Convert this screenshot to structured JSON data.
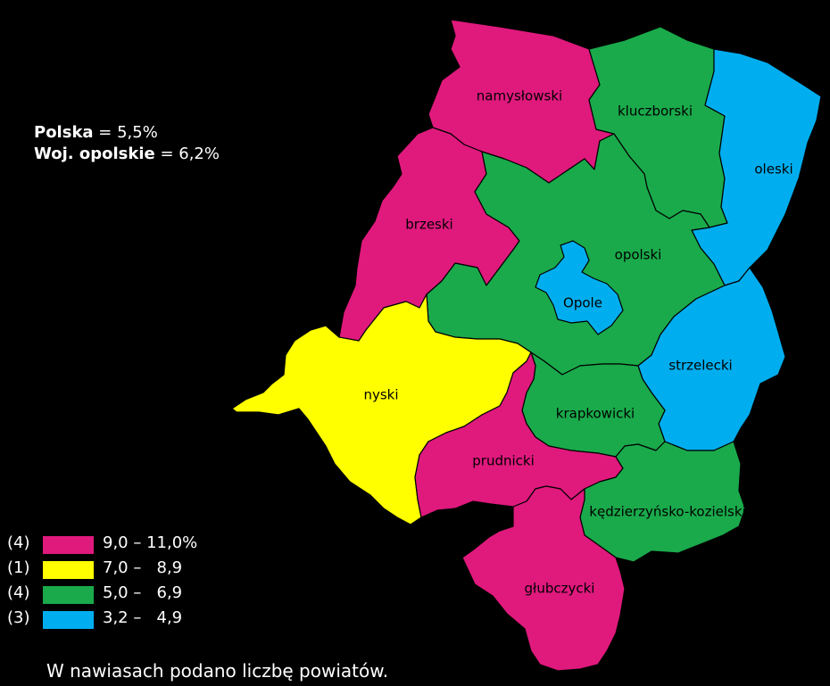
{
  "stats": [
    {
      "name": "Polska",
      "value": "= 5,5%"
    },
    {
      "name": "Woj. opolskie",
      "value": "= 6,2%"
    }
  ],
  "regions": [
    {
      "id": "namyslowski",
      "name": "namysłowski",
      "class": 1
    },
    {
      "id": "kluczborski",
      "name": "kluczborski",
      "class": 3
    },
    {
      "id": "oleski",
      "name": "oleski",
      "class": 4
    },
    {
      "id": "brzeski",
      "name": "brzeski",
      "class": 1
    },
    {
      "id": "opolski",
      "name": "opolski",
      "class": 3
    },
    {
      "id": "opole",
      "name": "Opole",
      "class": 4
    },
    {
      "id": "strzelecki",
      "name": "strzelecki",
      "class": 4
    },
    {
      "id": "nyski",
      "name": "nyski",
      "class": 2
    },
    {
      "id": "krapkowicki",
      "name": "krapkowicki",
      "class": 3
    },
    {
      "id": "prudnicki",
      "name": "prudnicki",
      "class": 1
    },
    {
      "id": "kedzierzynsko",
      "name": "kędzierzyńsko-kozielski",
      "class": 3
    },
    {
      "id": "glubczycki",
      "name": "głubczycki",
      "class": 1
    }
  ],
  "legend": [
    {
      "count": "(4)",
      "color": "#e0197d",
      "range": "9,0 – 11,0%"
    },
    {
      "count": "(1)",
      "color": "#ffff00",
      "range": "7,0 –   8,9"
    },
    {
      "count": "(4)",
      "color": "#1aaa4b",
      "range": "5,0 –   6,9"
    },
    {
      "count": "(3)",
      "color": "#00aeef",
      "range": "3,2 –   4,9"
    }
  ],
  "note": "W nawiasach podano liczbę powiatów."
}
